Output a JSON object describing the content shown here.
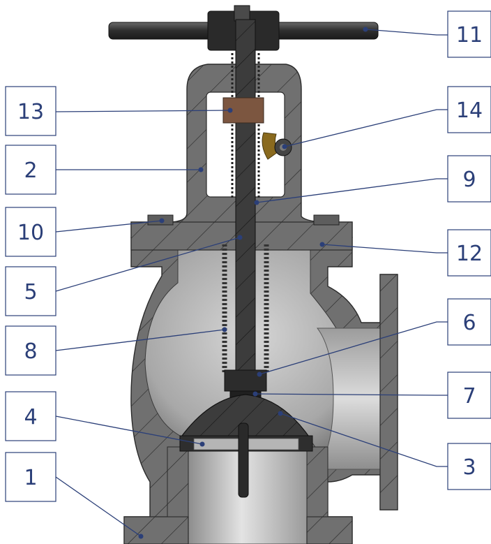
{
  "diagram": {
    "callouts": [
      {
        "id": "11",
        "text": "11"
      },
      {
        "id": "13",
        "text": "13"
      },
      {
        "id": "14",
        "text": "14"
      },
      {
        "id": "2",
        "text": "2"
      },
      {
        "id": "9",
        "text": "9"
      },
      {
        "id": "10",
        "text": "10"
      },
      {
        "id": "12",
        "text": "12"
      },
      {
        "id": "5",
        "text": "5"
      },
      {
        "id": "6",
        "text": "6"
      },
      {
        "id": "8",
        "text": "8"
      },
      {
        "id": "7",
        "text": "7"
      },
      {
        "id": "4",
        "text": "4"
      },
      {
        "id": "3",
        "text": "3"
      },
      {
        "id": "1",
        "text": "1"
      }
    ],
    "colors": {
      "callout": "#2b3f78",
      "section_steel": "#6f6f6f",
      "stem_dark": "#3a3a3a",
      "bore_light": "#c9c9c9",
      "bronze_nut": "#8a5a3c",
      "brass_lock": "#8a6a1e"
    }
  }
}
